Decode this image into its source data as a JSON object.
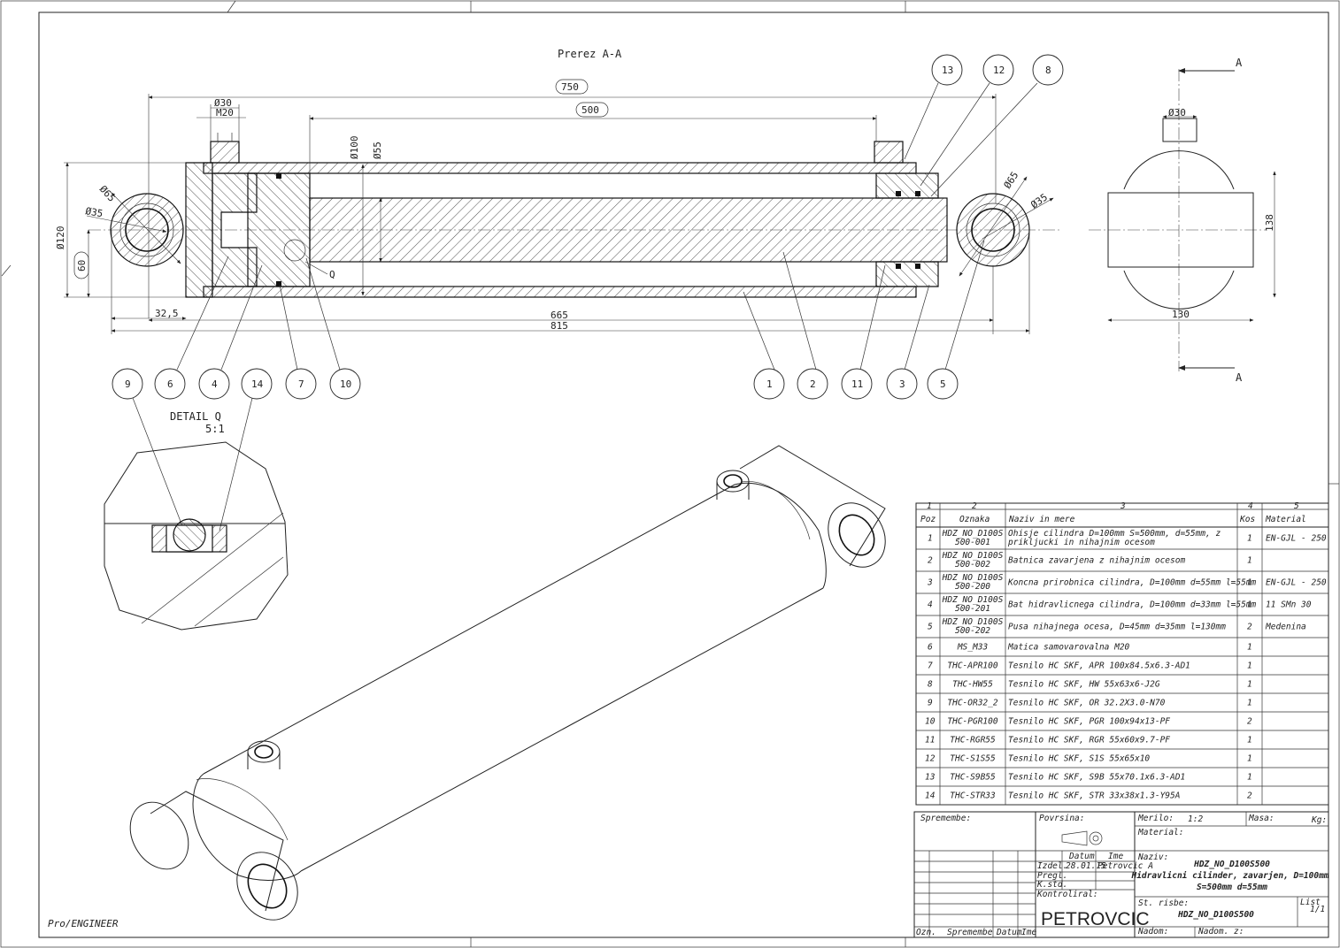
{
  "section_title": "Prerez A-A",
  "section_marker": "A",
  "detail": {
    "title": "DETAIL Q",
    "scale": "5:1",
    "q_label": "Q"
  },
  "software": "Pro/ENGINEER",
  "dimensions": {
    "d750": "750",
    "d500": "500",
    "d30_top": "Ø30",
    "m20": "M20",
    "d100": "Ø100",
    "d55": "Ø55",
    "d120": "Ø120",
    "d60": "60",
    "d65_left": "Ø65",
    "d35_left": "Ø35",
    "d65_right": "Ø65",
    "d35_right": "Ø35",
    "d32_5": "32,5",
    "d665": "665",
    "d815": "815",
    "side_d30": "Ø30",
    "side_138": "138",
    "side_130": "130"
  },
  "balloons": {
    "b13": "13",
    "b12": "12",
    "b8": "8",
    "b9": "9",
    "b6": "6",
    "b4": "4",
    "b14": "14",
    "b7": "7",
    "b10": "10",
    "b1": "1",
    "b2": "2",
    "b11": "11",
    "b3": "3",
    "b5": "5"
  },
  "bom": {
    "col_numbers": [
      "1",
      "2",
      "3",
      "4",
      "5"
    ],
    "headers": {
      "poz": "Poz",
      "oznaka": "Oznaka",
      "naziv": "Naziv in mere",
      "kos": "Kos",
      "material": "Material"
    },
    "rows": [
      {
        "poz": "1",
        "oznaka": [
          "HDZ_NO_D100S",
          "500-001"
        ],
        "naziv": [
          "Ohisje cilindra D=100mm S=500mm, d=55mm, z",
          "prikljucki in nihajnim ocesom"
        ],
        "kos": "1",
        "material": "EN-GJL - 250"
      },
      {
        "poz": "2",
        "oznaka": [
          "HDZ_NO_D100S",
          "500-002"
        ],
        "naziv": [
          "Batnica zavarjena z nihajnim ocesom"
        ],
        "kos": "1",
        "material": ""
      },
      {
        "poz": "3",
        "oznaka": [
          "HDZ_NO_D100S",
          "500-200"
        ],
        "naziv": [
          "Koncna prirobnica cilindra, D=100mm d=55mm l=55mm"
        ],
        "kos": "1",
        "material": "EN-GJL - 250"
      },
      {
        "poz": "4",
        "oznaka": [
          "HDZ_NO_D100S",
          "500-201"
        ],
        "naziv": [
          "Bat hidravlicnega cilindra, D=100mm d=33mm l=55mm"
        ],
        "kos": "1",
        "material": "11 SMn 30"
      },
      {
        "poz": "5",
        "oznaka": [
          "HDZ_NO_D100S",
          "500-202"
        ],
        "naziv": [
          "Pusa nihajnega ocesa, D=45mm d=35mm l=130mm"
        ],
        "kos": "2",
        "material": "Medenina"
      },
      {
        "poz": "6",
        "oznaka": [
          "MS_M33"
        ],
        "naziv": [
          "Matica samovarovalna M20"
        ],
        "kos": "1",
        "material": ""
      },
      {
        "poz": "7",
        "oznaka": [
          "THC-APR100"
        ],
        "naziv": [
          "Tesnilo HC SKF, APR 100x84.5x6.3-AD1"
        ],
        "kos": "1",
        "material": ""
      },
      {
        "poz": "8",
        "oznaka": [
          "THC-HW55"
        ],
        "naziv": [
          "Tesnilo HC SKF, HW 55x63x6-J2G"
        ],
        "kos": "1",
        "material": ""
      },
      {
        "poz": "9",
        "oznaka": [
          "THC-OR32_2"
        ],
        "naziv": [
          "Tesnilo HC SKF, OR 32.2X3.0-N70"
        ],
        "kos": "1",
        "material": ""
      },
      {
        "poz": "10",
        "oznaka": [
          "THC-PGR100"
        ],
        "naziv": [
          "Tesnilo HC SKF, PGR 100x94x13-PF"
        ],
        "kos": "2",
        "material": ""
      },
      {
        "poz": "11",
        "oznaka": [
          "THC-RGR55"
        ],
        "naziv": [
          "Tesnilo HC SKF, RGR 55x60x9.7-PF"
        ],
        "kos": "1",
        "material": ""
      },
      {
        "poz": "12",
        "oznaka": [
          "THC-S1S55"
        ],
        "naziv": [
          "Tesnilo HC SKF, S1S 55x65x10"
        ],
        "kos": "1",
        "material": ""
      },
      {
        "poz": "13",
        "oznaka": [
          "THC-S9B55"
        ],
        "naziv": [
          "Tesnilo HC SKF, S9B 55x70.1x6.3-AD1"
        ],
        "kos": "1",
        "material": ""
      },
      {
        "poz": "14",
        "oznaka": [
          "THC-STR33"
        ],
        "naziv": [
          "Tesnilo HC SKF, STR 33x38x1.3-Y95A"
        ],
        "kos": "2",
        "material": ""
      }
    ]
  },
  "title_block": {
    "spremembe": "Spremembe:",
    "povrsina": "Povrsina:",
    "merilo_label": "Merilo:",
    "merilo_value": "1:2",
    "masa_label": "Masa:",
    "masa_unit": "Kg:",
    "material_label": "Material:",
    "naziv_label": "Naziv:",
    "naziv_lines": [
      "HDZ_NO_D100S500",
      "Hidravlicni cilinder, zavarjen, D=100mm",
      "S=500mm d=55mm"
    ],
    "datum_header": "Datum",
    "ime_header": "Ime",
    "izdel_label": "Izdel.",
    "izdel_date": "28.01.15",
    "izdel_name": "Petrovcic A",
    "pregl_label": "Pregl.",
    "kstd_label": "K.std.",
    "kontroliral": "Kontroliral:",
    "company": "PETROVCIC",
    "st_risbe_label": "St. risbe:",
    "st_risbe": "HDZ_NO_D100S500",
    "list_label": "List",
    "list_value": "1/1",
    "nadom_label": "Nadom:",
    "nadom_z_label": "Nadom. z:",
    "footer_labels": [
      "Ozn.",
      "Spremembe",
      "Datum",
      "Ime"
    ]
  }
}
